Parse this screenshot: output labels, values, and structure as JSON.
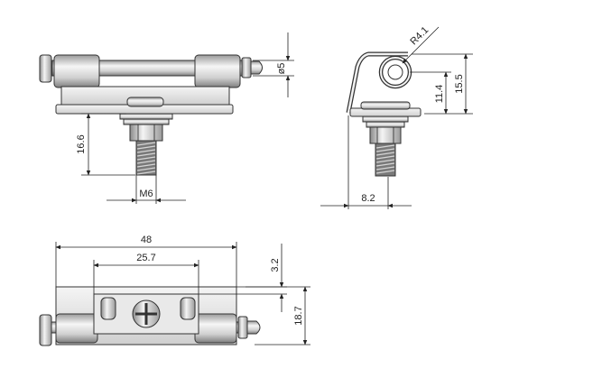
{
  "colors": {
    "line": "#222222",
    "metal_light": "#f0f0f0",
    "metal_mid": "#cfcfcf",
    "metal_dark": "#8a8a8a",
    "thread": "#6e6e6e"
  },
  "dimensions": {
    "front_height": "16.6",
    "front_thread": "M6",
    "front_pin_dia": "ø5",
    "side_radius": "R4.1",
    "side_h1": "11.4",
    "side_h2": "15.5",
    "side_width": "8.2",
    "top_length": "48",
    "top_inner": "25.7",
    "top_offset": "3.2",
    "top_height": "18.7"
  }
}
